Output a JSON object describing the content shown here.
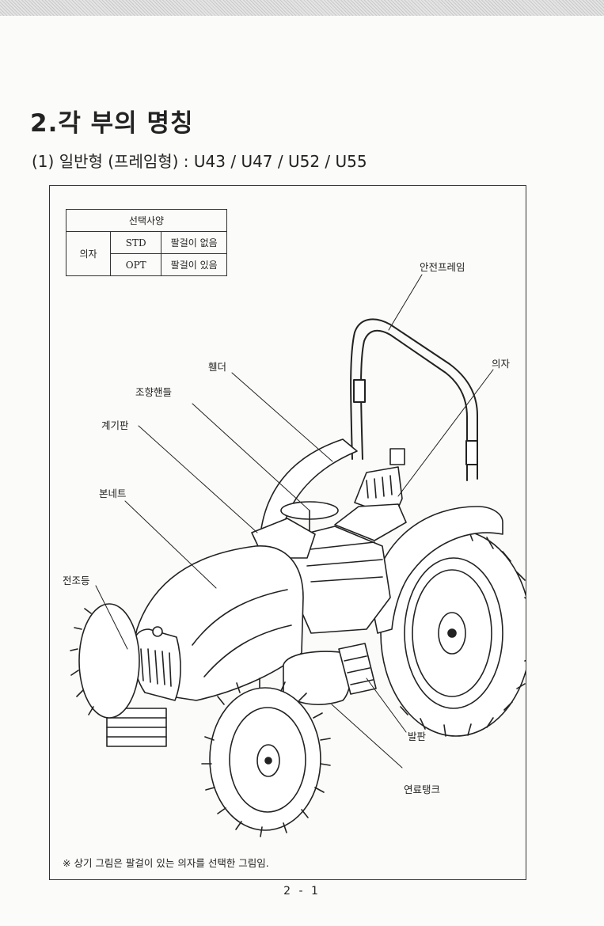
{
  "heading": {
    "title": "2.각 부의 명칭",
    "subtitle": "(1) 일반형 (프레임형) : U43 / U47 / U52 / U55"
  },
  "options_table": {
    "header": "선택사양",
    "row_label": "의자",
    "rows": [
      {
        "code": "STD",
        "desc": "팔걸이 없음"
      },
      {
        "code": "OPT",
        "desc": "팔걸이 있음"
      }
    ]
  },
  "callouts": {
    "safety_frame": "안전프레임",
    "seat": "의자",
    "fender": "휀더",
    "steering_wheel": "조향핸들",
    "dashboard": "계기판",
    "bonnet": "본네트",
    "headlight": "전조등",
    "step": "발판",
    "fuel_tank": "연료탱크"
  },
  "note": "※ 상기 그림은 팔걸이 있는 의자를 선택한 그림임.",
  "page_number": "2 - 1"
}
